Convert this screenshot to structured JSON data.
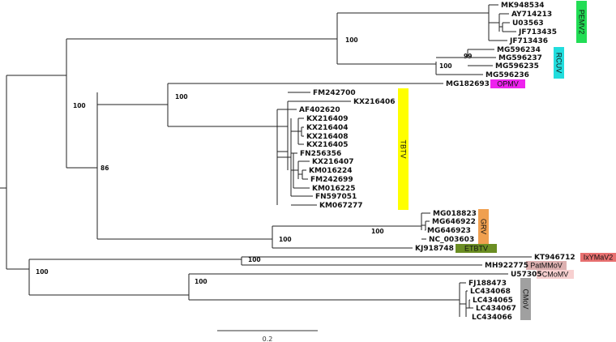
{
  "tree": {
    "leaves": [
      {
        "id": "MK948534",
        "label": "MK948534"
      },
      {
        "id": "AY714213",
        "label": "AY714213"
      },
      {
        "id": "U03563",
        "label": "U03563"
      },
      {
        "id": "JF713435",
        "label": "JF713435"
      },
      {
        "id": "JF713436",
        "label": "JF713436"
      },
      {
        "id": "MG596234",
        "label": "MG596234"
      },
      {
        "id": "MG596237",
        "label": "MG596237"
      },
      {
        "id": "MG596235",
        "label": "MG596235"
      },
      {
        "id": "MG596236",
        "label": "MG596236"
      },
      {
        "id": "MG182693",
        "label": "MG182693"
      },
      {
        "id": "FM242700",
        "label": "FM242700"
      },
      {
        "id": "KX216406",
        "label": "KX216406"
      },
      {
        "id": "AF402620",
        "label": "AF402620"
      },
      {
        "id": "KX216409",
        "label": "KX216409"
      },
      {
        "id": "KX216404",
        "label": "KX216404"
      },
      {
        "id": "KX216408",
        "label": "KX216408"
      },
      {
        "id": "KX216405",
        "label": "KX216405"
      },
      {
        "id": "FN256356",
        "label": "FN256356"
      },
      {
        "id": "KX216407",
        "label": "KX216407"
      },
      {
        "id": "KM016224",
        "label": "KM016224"
      },
      {
        "id": "FM242699",
        "label": "FM242699"
      },
      {
        "id": "KM016225",
        "label": "KM016225"
      },
      {
        "id": "FN597051",
        "label": "FN597051"
      },
      {
        "id": "KM067277",
        "label": "KM067277"
      },
      {
        "id": "MG018823",
        "label": "MG018823"
      },
      {
        "id": "MG646922",
        "label": "MG646922"
      },
      {
        "id": "MG646923",
        "label": "MG646923"
      },
      {
        "id": "NC_003603",
        "label": "NC_003603"
      },
      {
        "id": "KJ918748",
        "label": "KJ918748"
      },
      {
        "id": "KT946712",
        "label": "KT946712"
      },
      {
        "id": "MH922775",
        "label": "MH922775"
      },
      {
        "id": "U57305",
        "label": "U57305"
      },
      {
        "id": "FJ188473",
        "label": "FJ188473"
      },
      {
        "id": "LC434068",
        "label": "LC434068"
      },
      {
        "id": "LC434065",
        "label": "LC434065"
      },
      {
        "id": "LC434067",
        "label": "LC434067"
      },
      {
        "id": "LC434066",
        "label": "LC434066"
      }
    ],
    "bootstrap": [
      {
        "id": "b-pemv",
        "value": "100"
      },
      {
        "id": "b-rcuv-inner",
        "value": "99"
      },
      {
        "id": "b-rcuv",
        "value": "100"
      },
      {
        "id": "b-opmv-tbtv",
        "value": "100"
      },
      {
        "id": "b-upper",
        "value": "100"
      },
      {
        "id": "b-mid",
        "value": "86"
      },
      {
        "id": "b-grv",
        "value": "100"
      },
      {
        "id": "b-grv-etbtv",
        "value": "100"
      },
      {
        "id": "b-lower",
        "value": "100"
      },
      {
        "id": "b-ixymav",
        "value": "100"
      },
      {
        "id": "b-cmov",
        "value": "100"
      }
    ],
    "clades": [
      {
        "id": "PEMV2",
        "label": "PEMV2",
        "color": "#22dd55"
      },
      {
        "id": "RCUV",
        "label": "RCUV",
        "color": "#22dddd"
      },
      {
        "id": "OPMV",
        "label": "OPMV",
        "color": "#ee22ee"
      },
      {
        "id": "TBTV",
        "label": "TBTV",
        "color": "#ffff00"
      },
      {
        "id": "GRV",
        "label": "GRV",
        "color": "#f0a050"
      },
      {
        "id": "ETBTV",
        "label": "ETBTV",
        "color": "#6b8e23"
      },
      {
        "id": "IxYMaV2",
        "label": "IxYMaV2",
        "color": "#e87070"
      },
      {
        "id": "PatMMoV",
        "label": "PatMMoV",
        "color": "#dcb0b0"
      },
      {
        "id": "CMoMV",
        "label": "CMoMV",
        "color": "#f7d0d0"
      },
      {
        "id": "CMoV",
        "label": "CMoV",
        "color": "#a0a0a0"
      }
    ],
    "scale_bar": {
      "label": "0.2"
    }
  }
}
